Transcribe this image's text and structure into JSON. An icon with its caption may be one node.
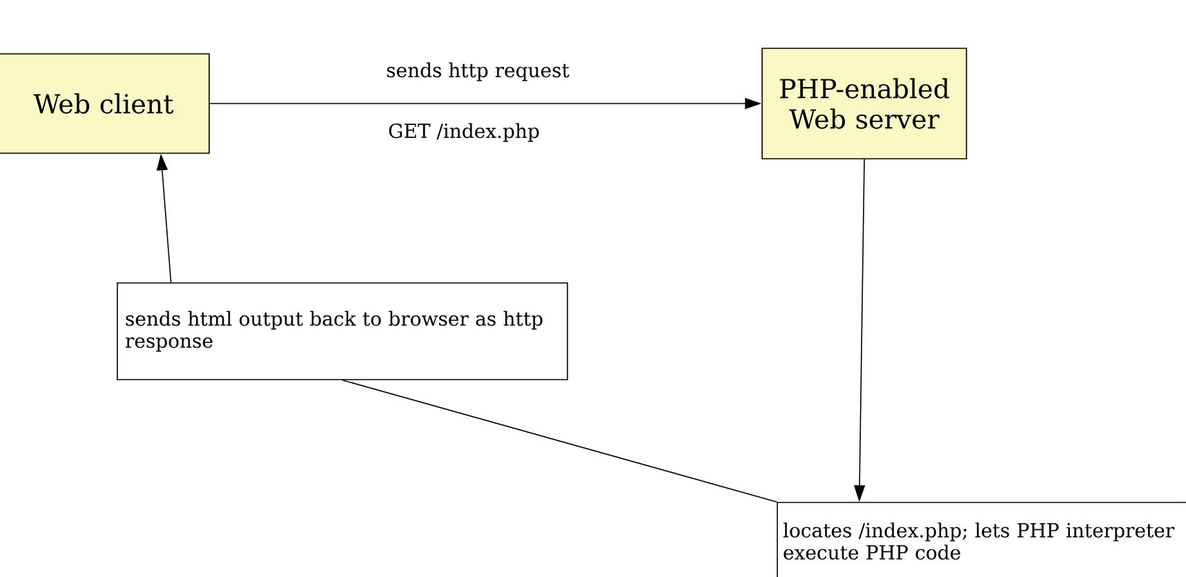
{
  "diagram": {
    "nodes": [
      {
        "text": [
          "Web client"
        ]
      },
      {
        "text": [
          "PHP-enabled Web server"
        ]
      },
      {
        "text": [
          "sends html output back to browser as http response"
        ]
      },
      {
        "text": [
          "locates /index.php; lets PHP interpreter execute PHP code"
        ]
      }
    ],
    "edges": [
      {
        "from": 0,
        "to": 1,
        "arrow": "to",
        "label": "sends http request"
      },
      {
        "from": 1,
        "to": 3,
        "arrow": "to"
      },
      {
        "from": 3,
        "to": 2,
        "arrow": "none"
      },
      {
        "from": 2,
        "to": 0,
        "arrow": "to"
      }
    ],
    "labels": [
      "GET /index.php"
    ]
  }
}
